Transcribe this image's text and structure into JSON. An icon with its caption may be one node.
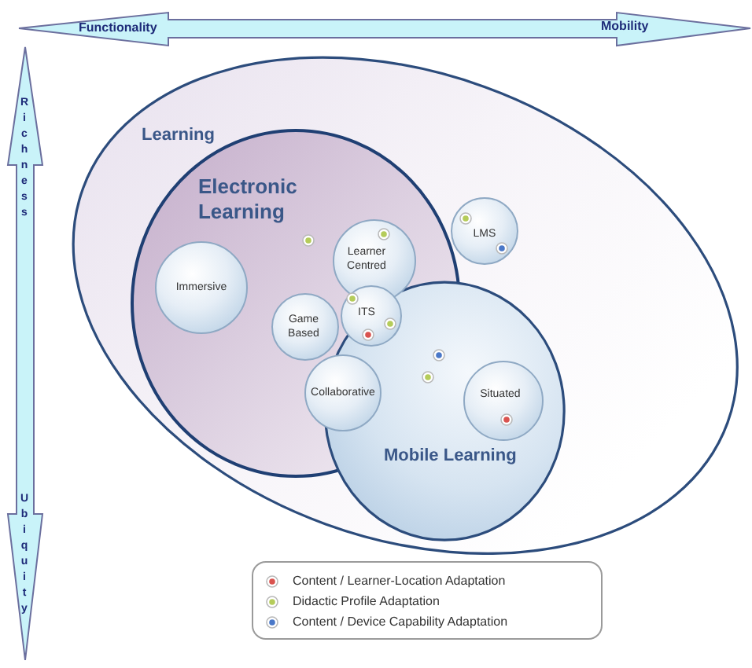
{
  "diagram": {
    "nodes": [
      {
        "text": [
          "Learning"
        ]
      },
      {
        "text": [
          "Electronic Learning"
        ],
        "in": 0
      },
      {
        "text": [
          "Immersive"
        ],
        "in": 1
      },
      {
        "text": [
          "Learner Centred"
        ],
        "in": 1
      },
      {
        "text": [
          "Game Based"
        ],
        "in": 1
      },
      {
        "text": [
          "ITS"
        ]
      },
      {
        "text": [
          "LMS"
        ],
        "in": 0
      },
      {
        "text": [
          "Collaborative"
        ],
        "in": 1
      },
      {
        "text": [
          "Mobile Learning"
        ],
        "in": 0
      },
      {
        "text": [
          "Situated"
        ],
        "in": 8
      }
    ],
    "labels": [
      "Functionality",
      "Mobility",
      "Richness",
      "Ubiquity"
    ],
    "legend": [
      {
        "text": "Content / Learner-Location Adaptation",
        "color": "#d9534f"
      },
      {
        "text": "Didactic Profile Adaptation",
        "color": "#b5cc5a"
      },
      {
        "text": "Content / Device Capability Adaptation",
        "color": "#4a78c8"
      }
    ]
  }
}
